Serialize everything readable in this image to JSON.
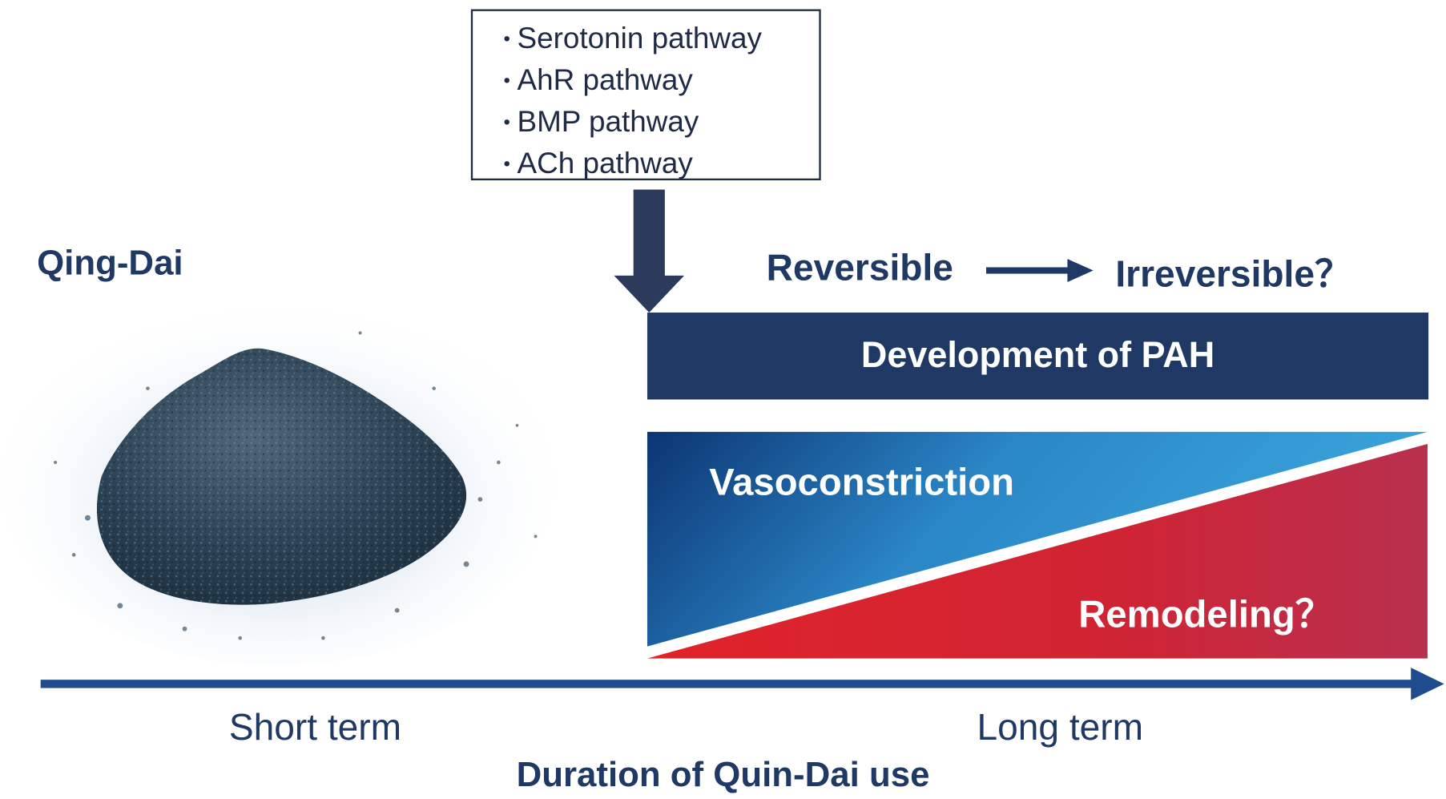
{
  "pathways": {
    "items": [
      "Serotonin pathway",
      "AhR pathway",
      "BMP pathway",
      "ACh pathway"
    ],
    "bullet": "・"
  },
  "substance": {
    "label": "Qing-Dai"
  },
  "transition": {
    "from": "Reversible",
    "to": "Irreversible？"
  },
  "outcome": {
    "label": "Development of PAH"
  },
  "mechanisms": {
    "vasoconstriction": "Vasoconstriction",
    "remodeling": "Remodeling？"
  },
  "timeline": {
    "short": "Short term",
    "long": "Long term",
    "title": "Duration of Quin-Dai use"
  },
  "colors": {
    "navy": "#1f3864",
    "box_border": "#1f2a44",
    "blue_dark": "#0c3472",
    "blue_light": "#3ba6dc",
    "red": "#e0232a",
    "red_dark": "#b8304e"
  },
  "icons": {
    "powder": "powder-pile-image",
    "down_arrow": "down-arrow-icon",
    "right_arrow": "right-arrow-icon",
    "time_axis": "timeline-arrow-icon"
  }
}
